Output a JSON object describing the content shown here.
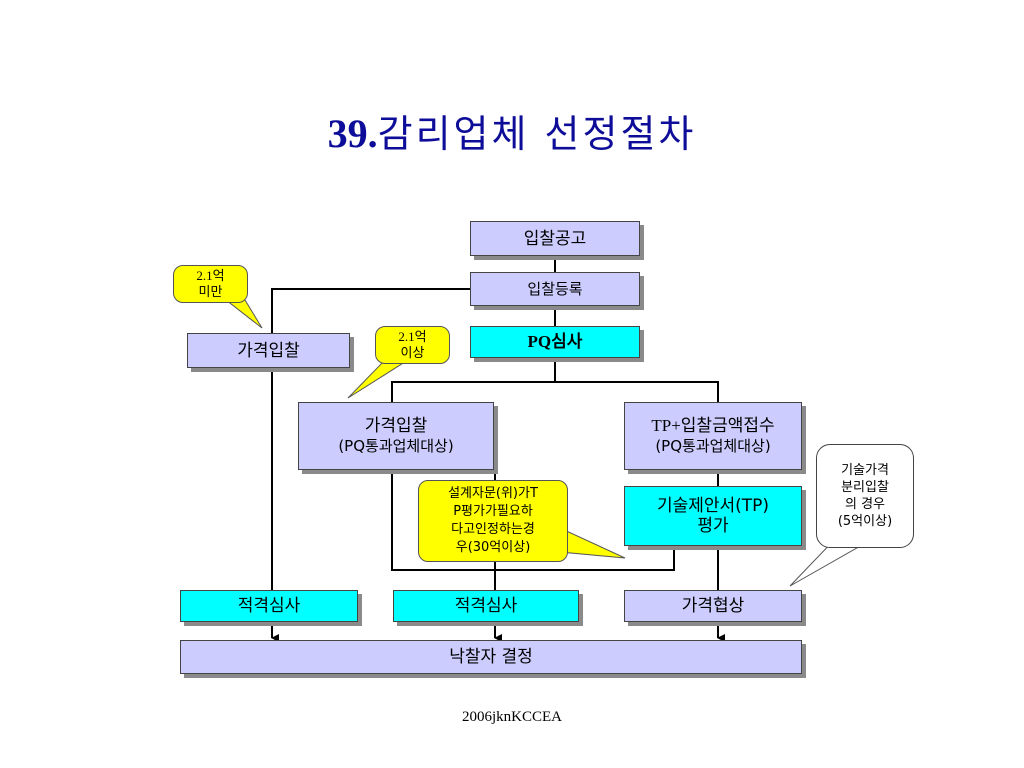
{
  "title": {
    "number": "39.",
    "text": "감리업체 선정절차"
  },
  "boxes": {
    "bid_notice": "입찰공고",
    "bid_registration": "입찰등록",
    "pq_review": "PQ심사",
    "price_bid_left": "가격입찰",
    "price_bid_pq": {
      "line1": "가격입찰",
      "line2": "(PQ통과업체대상)"
    },
    "tp_bid_receipt": {
      "line1": "TP+입찰금액접수",
      "line2": "(PQ통과업체대상)"
    },
    "tp_evaluation": {
      "line1": "기술제안서(TP)",
      "line2": "평가"
    },
    "qualification_left": "적격심사",
    "qualification_mid": "적격심사",
    "price_negotiation": "가격협상",
    "award_decision": "낙찰자 결정"
  },
  "callouts": {
    "under_2_1": {
      "line1": "2.1억",
      "line2": "미만"
    },
    "over_2_1": {
      "line1": "2.1억",
      "line2": "이상"
    },
    "design_consult": {
      "line1": "설계자문(위)가T",
      "line2": "P평가가필요하",
      "line3": "다고인정하는경",
      "line4": "우(30억이상)"
    },
    "separate_bid": {
      "line1": "기술가격",
      "line2": "분리입찰",
      "line3": "의 경우",
      "line4": "(5억이상)"
    }
  },
  "footer": "2006jknKCCEA",
  "colors": {
    "title": "#0d0d99",
    "box_lavender": "#ccccff",
    "box_cyan": "#00ffff",
    "callout_yellow": "#ffff00"
  }
}
